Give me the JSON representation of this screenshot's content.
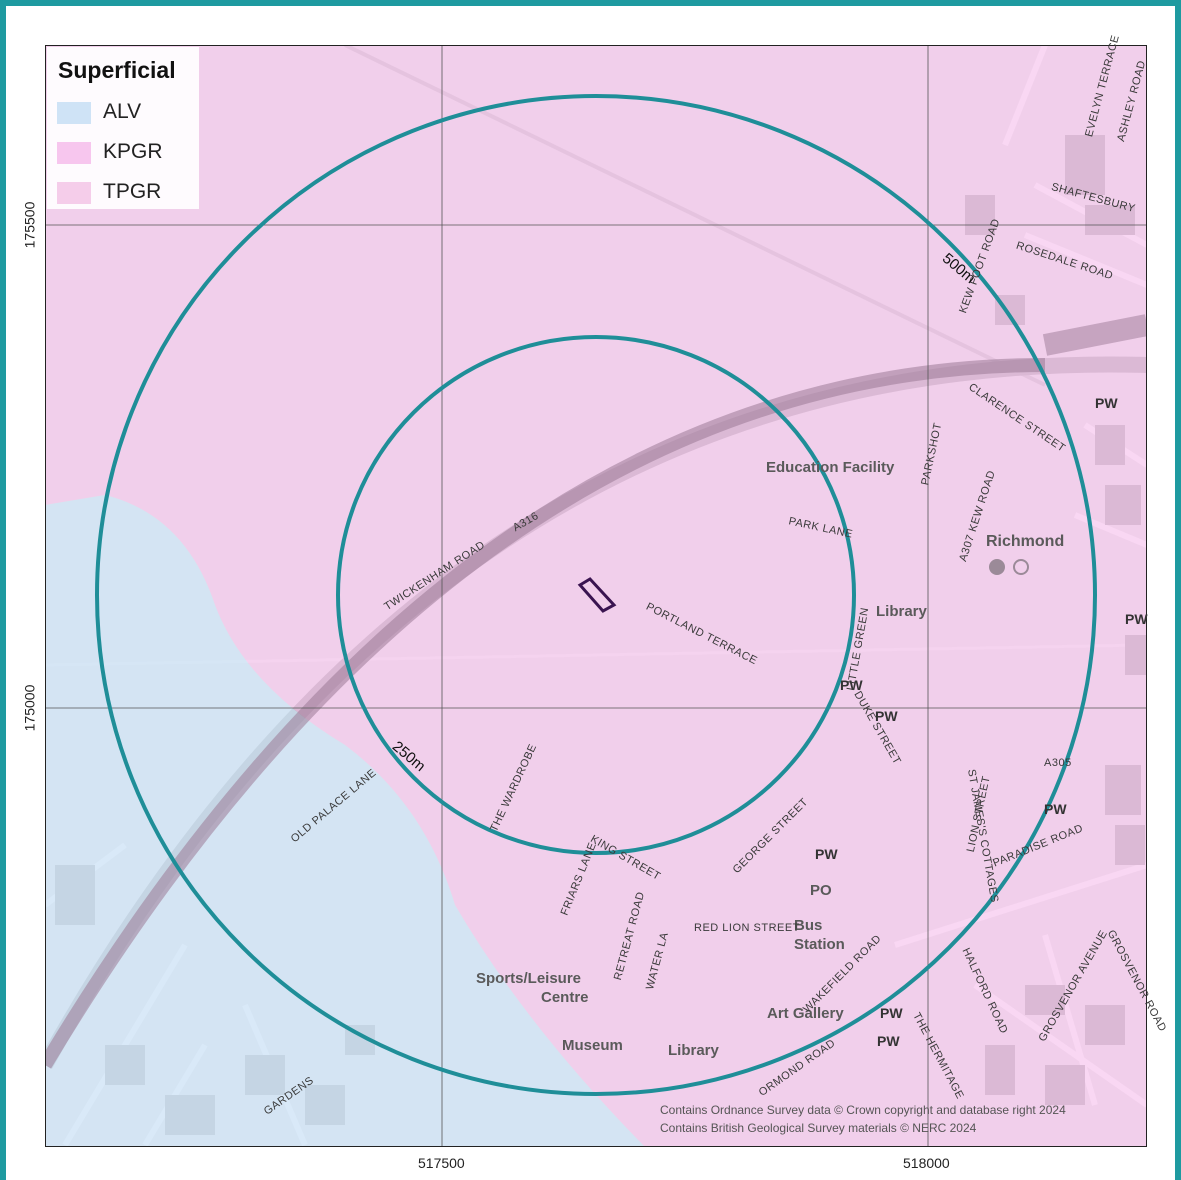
{
  "legend": {
    "title": "Superficial",
    "items": [
      {
        "label": "ALV",
        "color": "#cfe3f6"
      },
      {
        "label": "KPGR",
        "color": "#f7c6ee"
      },
      {
        "label": "TPGR",
        "color": "#f5cdea"
      }
    ]
  },
  "axes": {
    "x_ticks": [
      "517500",
      "518000"
    ],
    "y_ticks": [
      "175500",
      "175000"
    ]
  },
  "buffers": {
    "inner_label": "250m",
    "outer_label": "500m",
    "ring_color": "#1f8e98",
    "site_color": "#3a1450"
  },
  "credits": {
    "line1": "Contains Ordnance Survey data © Crown copyright and database right 2024",
    "line2": "Contains British Geological Survey materials © NERC 2024"
  },
  "place_labels": {
    "education": "Education Facility",
    "richmond": "Richmond",
    "library1": "Library",
    "library2": "Library",
    "bus_station_1": "Bus",
    "bus_station_2": "Station",
    "po": "PO",
    "sports_1": "Sports/Leisure",
    "sports_2": "Centre",
    "museum": "Museum",
    "art_gallery": "Art Gallery",
    "pw": "PW"
  },
  "road_labels": {
    "twickenham_road": "TWICKENHAM ROAD",
    "a316": "A316",
    "portland_terrace": "PORTLAND TERRACE",
    "park_lane": "PARK LANE",
    "old_palace_lane": "OLD PALACE LANE",
    "kew_road": "A307 KEW ROAD",
    "clarence_street": "CLARENCE STREET",
    "parkshot": "PARKSHOT",
    "rosedale_road": "ROSEDALE ROAD",
    "shaftesbury": "SHAFTESBURY",
    "kew_foot_road": "KEW FOOT ROAD",
    "evelyn_terrace": "EVELYN TERRACE",
    "ashley_road": "ASHLEY ROAD",
    "george_street": "GEORGE STREET",
    "red_lion_street": "RED LION STREET",
    "wakefield_road": "WAKEFIELD ROAD",
    "halford_road": "HALFORD ROAD",
    "paradise_road": "PARADISE ROAD",
    "the_hermitage": "THE HERMITAGE",
    "ormond_road": "ORMOND ROAD",
    "friars_lane": "FRIARS LANE",
    "king_street": "KING STREET",
    "water_la": "WATER LA",
    "retreat_road": "RETREAT ROAD",
    "the_wardrobe": "THE WARDROBE",
    "duke_street": "DUKE STREET",
    "little_green": "LITTLE GREEN",
    "lion_street": "LION STREET",
    "st_james_cottages": "ST JAMES'S COTTAGES",
    "grosvenor_avenue": "GROSVENOR AVENUE",
    "grosvenor_road": "GROSVENOR ROAD",
    "a305": "A305",
    "gardens": "GARDENS"
  }
}
